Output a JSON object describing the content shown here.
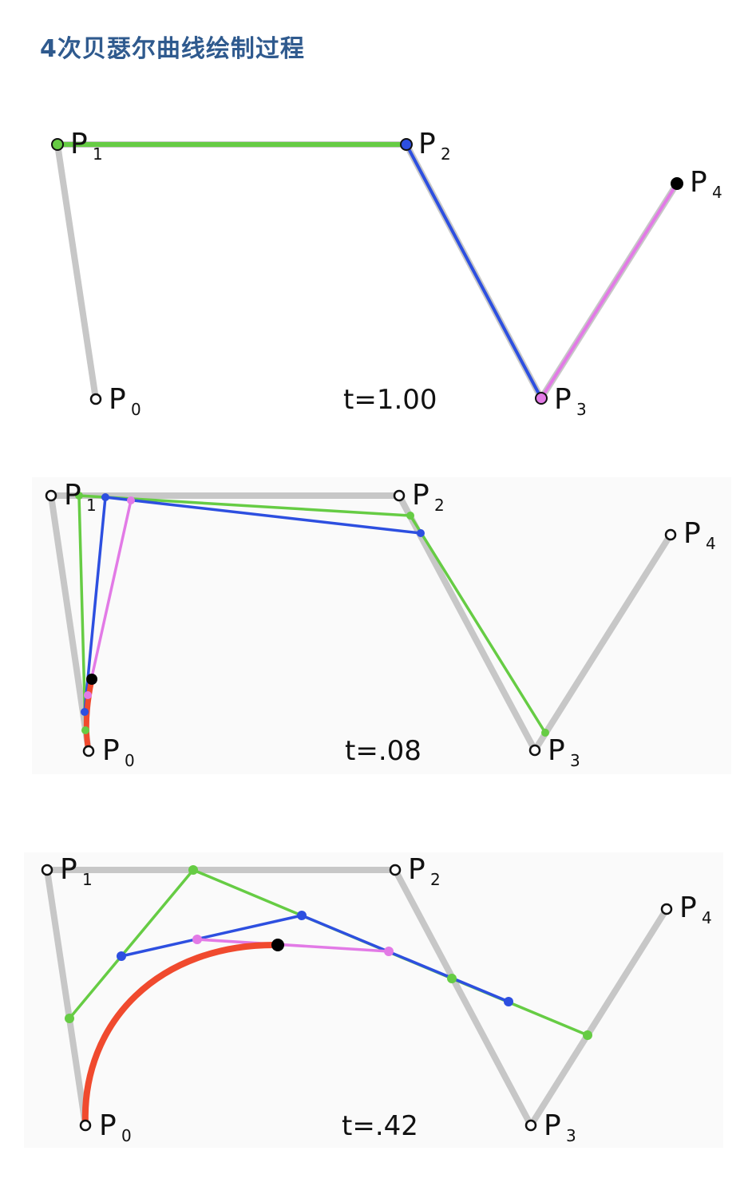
{
  "title": "4次贝瑟尔曲线绘制过程",
  "colors": {
    "control_polygon": "#c7c7c7",
    "level1": "#66cc44",
    "level2": "#2d4fe0",
    "level3": "#e27ae6",
    "curve": "#f04a2e",
    "point_fill": "#ffffff",
    "point_stroke": "#111111",
    "final_point": "#000000"
  },
  "point_labels": [
    {
      "letter": "P",
      "index": "0"
    },
    {
      "letter": "P",
      "index": "1"
    },
    {
      "letter": "P",
      "index": "2"
    },
    {
      "letter": "P",
      "index": "3"
    },
    {
      "letter": "P",
      "index": "4"
    }
  ],
  "frames": [
    {
      "id": "t100",
      "t_label": "t=1.00",
      "t": 1.0
    },
    {
      "id": "t008",
      "t_label": "t=.08",
      "t": 0.08
    },
    {
      "id": "t042",
      "t_label": "t=.42",
      "t": 0.42
    }
  ]
}
